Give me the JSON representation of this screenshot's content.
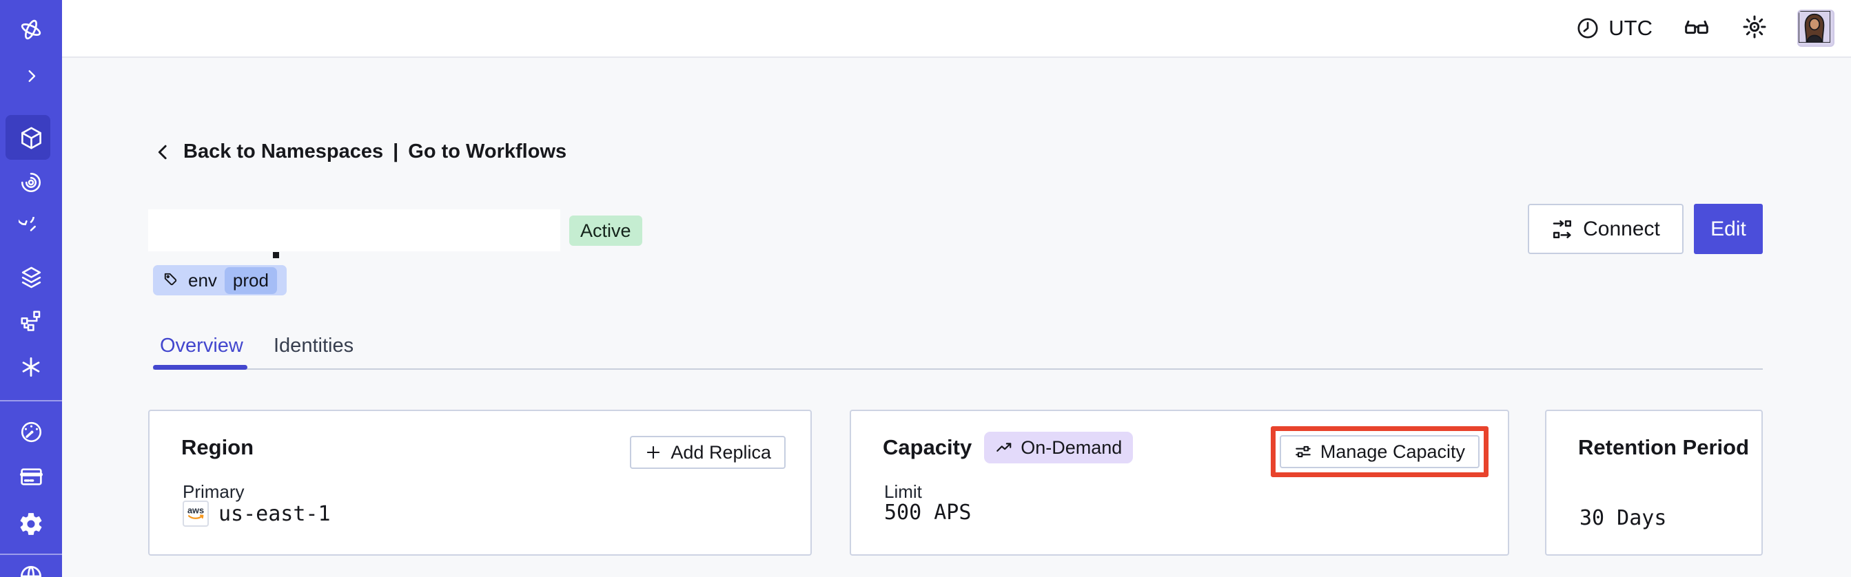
{
  "topbar": {
    "timezone": "UTC",
    "icons": [
      "clock-icon",
      "glasses-icon",
      "sun-icon",
      "user-avatar"
    ]
  },
  "sidebar": {
    "icons": [
      "temporal-logo-icon",
      "expand-chevron-icon",
      "cube-icon",
      "spiral-icon",
      "timer-icon",
      "layers-icon",
      "branch-icon",
      "asterisk-icon",
      "gauge-icon",
      "billing-card-icon",
      "gear-icon",
      "globe-icon"
    ],
    "active_item": "cube-icon"
  },
  "breadcrumb": {
    "back": "Back to Namespaces",
    "divider": "|",
    "workflows": "Go to Workflows"
  },
  "namespace": {
    "status": "Active",
    "tag": {
      "key": "env",
      "value": "prod"
    }
  },
  "actions": {
    "connect": "Connect",
    "edit": "Edit"
  },
  "tabs": {
    "overview": "Overview",
    "identities": "Identities",
    "active": "Overview"
  },
  "cards": {
    "region": {
      "title": "Region",
      "button": "Add Replica",
      "label": "Primary",
      "provider": "aws",
      "value": "us-east-1"
    },
    "capacity": {
      "title": "Capacity",
      "badge": "On-Demand",
      "button": "Manage Capacity",
      "button_highlighted": true,
      "label": "Limit",
      "value": "500 APS"
    },
    "retention": {
      "title": "Retention Period",
      "value": "30 Days"
    }
  },
  "colors": {
    "sidebar": "#4B4EDA",
    "sidebar_active": "#3B3EC1",
    "accent": "#4B4EDA",
    "tab_active": "#4347CE",
    "page_bg": "#F7F8FA",
    "card_border": "#CDD3E3",
    "button_border": "#C6CEE0",
    "status_badge_bg": "#C5EDD1",
    "ondemand_badge_bg": "#E3DAFA",
    "tag_bg": "#C8D6FB",
    "tag_value_bg": "#A5BDF6",
    "annotation_red": "#E8432C",
    "aws_orange": "#F7981F"
  }
}
